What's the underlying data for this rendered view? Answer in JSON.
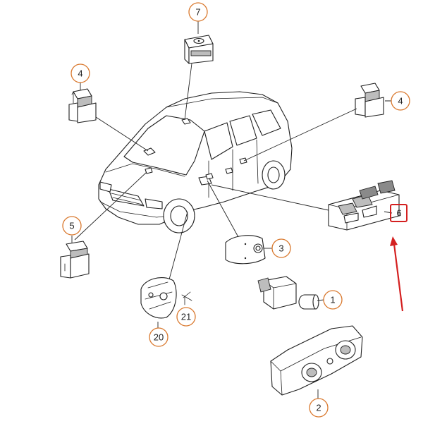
{
  "diagram": {
    "callouts": [
      {
        "id": "c7",
        "label": "7"
      },
      {
        "id": "c4-left",
        "label": "4"
      },
      {
        "id": "c4-right",
        "label": "4"
      },
      {
        "id": "c5",
        "label": "5"
      },
      {
        "id": "c3",
        "label": "3"
      },
      {
        "id": "c6",
        "label": "6"
      },
      {
        "id": "c1",
        "label": "1"
      },
      {
        "id": "c21",
        "label": "21"
      },
      {
        "id": "c20",
        "label": "20"
      },
      {
        "id": "c2",
        "label": "2"
      }
    ],
    "colors": {
      "callout_ring": "#d9782d",
      "line_art": "#1e1e1e",
      "highlight_box": "#d42020",
      "arrow": "#d42020"
    }
  }
}
